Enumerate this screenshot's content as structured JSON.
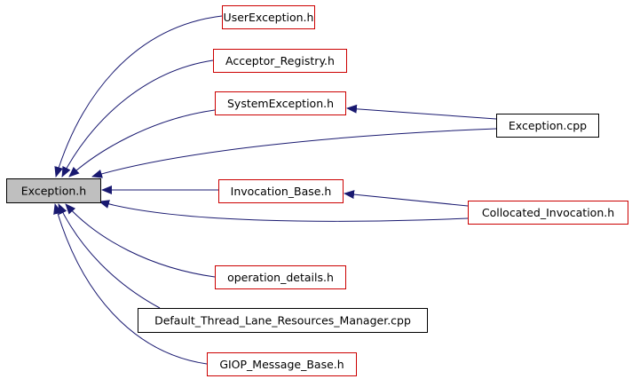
{
  "graph": {
    "focus_node": {
      "id": "exception_h",
      "label": "Exception.h"
    },
    "nodes": [
      {
        "id": "exception_h",
        "label": "Exception.h",
        "style": "focus"
      },
      {
        "id": "userexception_h",
        "label": "UserException.h",
        "style": "red"
      },
      {
        "id": "acceptor_registry_h",
        "label": "Acceptor_Registry.h",
        "style": "red"
      },
      {
        "id": "systemexception_h",
        "label": "SystemException.h",
        "style": "red"
      },
      {
        "id": "exception_cpp",
        "label": "Exception.cpp",
        "style": "black"
      },
      {
        "id": "invocation_base_h",
        "label": "Invocation_Base.h",
        "style": "red"
      },
      {
        "id": "collocated_invocation_h",
        "label": "Collocated_Invocation.h",
        "style": "red"
      },
      {
        "id": "operation_details_h",
        "label": "operation_details.h",
        "style": "red"
      },
      {
        "id": "default_thread_lane_cpp",
        "label": "Default_Thread_Lane_Resources_Manager.cpp",
        "style": "black"
      },
      {
        "id": "giop_message_base_h",
        "label": "GIOP_Message_Base.h",
        "style": "red"
      }
    ],
    "edges": [
      {
        "from": "userexception_h",
        "to": "exception_h"
      },
      {
        "from": "acceptor_registry_h",
        "to": "exception_h"
      },
      {
        "from": "systemexception_h",
        "to": "exception_h"
      },
      {
        "from": "exception_cpp",
        "to": "exception_h"
      },
      {
        "from": "invocation_base_h",
        "to": "exception_h"
      },
      {
        "from": "collocated_invocation_h",
        "to": "exception_h"
      },
      {
        "from": "operation_details_h",
        "to": "exception_h"
      },
      {
        "from": "default_thread_lane_cpp",
        "to": "exception_h"
      },
      {
        "from": "giop_message_base_h",
        "to": "exception_h"
      },
      {
        "from": "exception_cpp",
        "to": "systemexception_h"
      },
      {
        "from": "collocated_invocation_h",
        "to": "invocation_base_h"
      }
    ],
    "colors": {
      "focus_fill": "#bfbfbf",
      "red_border": "#cc0000",
      "black_border": "#000000",
      "edge": "#191970"
    }
  }
}
